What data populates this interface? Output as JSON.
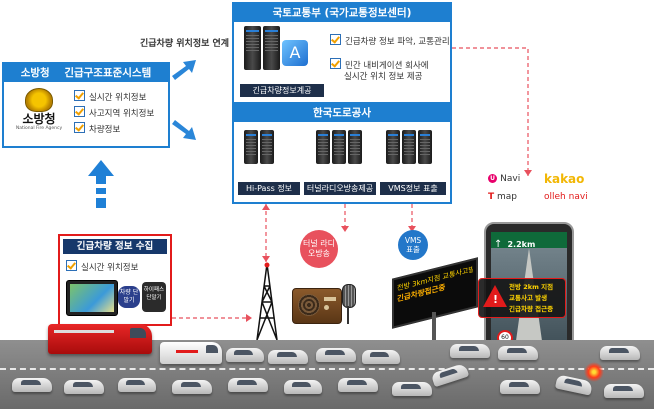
{
  "molit": {
    "title": "국토교통부 (국가교통정보센터)",
    "server_label": "긴급차량정보계공",
    "items": [
      "긴급차량 정보 파악, 교통관리",
      "민간 내비게이션 회사에",
      "실시간 위치 정보 제공"
    ]
  },
  "ex": {
    "title": "한국도로공사",
    "labels": [
      "Hi-Pass 정보",
      "터널라디오방송제공",
      "VMS정보 표출"
    ]
  },
  "fire": {
    "title": "소방청    긴급구조표준시스템",
    "logo_text": "소방청",
    "logo_sub": "National Fire Agency",
    "items": [
      "실시간 위치정보",
      "사고지역 위치정보",
      "차량정보"
    ]
  },
  "link_label": "긴급차량 위치정보 연계",
  "collect": {
    "title": "긴급차량 정보 수집",
    "item": "실시간 위치정보",
    "device1": "차량 단말기",
    "device2": "하이패스 단말기"
  },
  "bubbles": {
    "radio": "터널 라디오방송",
    "vms": "VMS 표출"
  },
  "vms_board": {
    "line1": "전방 3km지점 교통사고발생",
    "line2": "긴급차량접근중"
  },
  "nav": {
    "brands": [
      "Navi",
      "kakao",
      "map",
      "olleh navi"
    ],
    "distance": "2.2km",
    "speed": "60",
    "alert": [
      "전방 2km 지점",
      "교통사고 발생",
      "긴급차량 접근중"
    ]
  },
  "colors": {
    "blue": "#1e7fd0",
    "navy": "#16386b",
    "red": "#e21b1b",
    "pink": "#e8515d"
  }
}
